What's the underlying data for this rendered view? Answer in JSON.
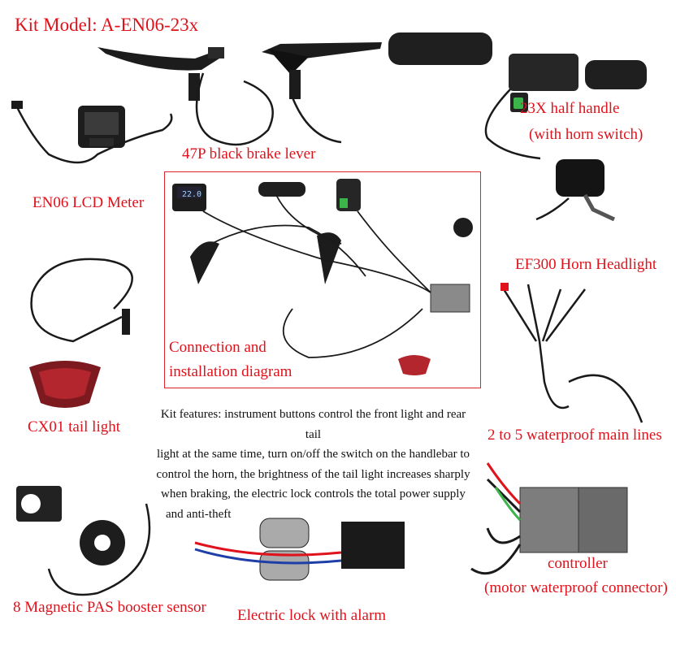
{
  "kit_title": "Kit Model: A-EN06-23x",
  "labels": {
    "brake_lever": "47P black brake lever",
    "half_handle_line1": "23X half handle",
    "half_handle_line2": "(with horn switch)",
    "lcd_meter": "EN06 LCD Meter",
    "headlight": "EF300 Horn Headlight",
    "diagram_line1": "Connection and",
    "diagram_line2": "installation diagram",
    "tail_light": "CX01 tail light",
    "main_lines": "2 to 5 waterproof main lines",
    "pas_sensor": "8 Magnetic PAS booster sensor",
    "electric_lock": "Electric lock with alarm",
    "controller_line1": "controller",
    "controller_line2": "(motor waterproof connector)"
  },
  "features": {
    "line1": "Kit features: instrument buttons control the front light and rear tail",
    "line2": "light at the same time, turn on/off the switch on the handlebar to",
    "line3": "control the horn, the brightness of the tail light increases sharply",
    "line4": "when braking, the electric lock controls the total power supply",
    "line5": "and anti-theft"
  },
  "lcd_readout": "22.0",
  "colors": {
    "label_red": "#e0121b",
    "box_border": "#d9262c",
    "cable": "#1a1a1a",
    "switch_green": "#3bb54a"
  }
}
